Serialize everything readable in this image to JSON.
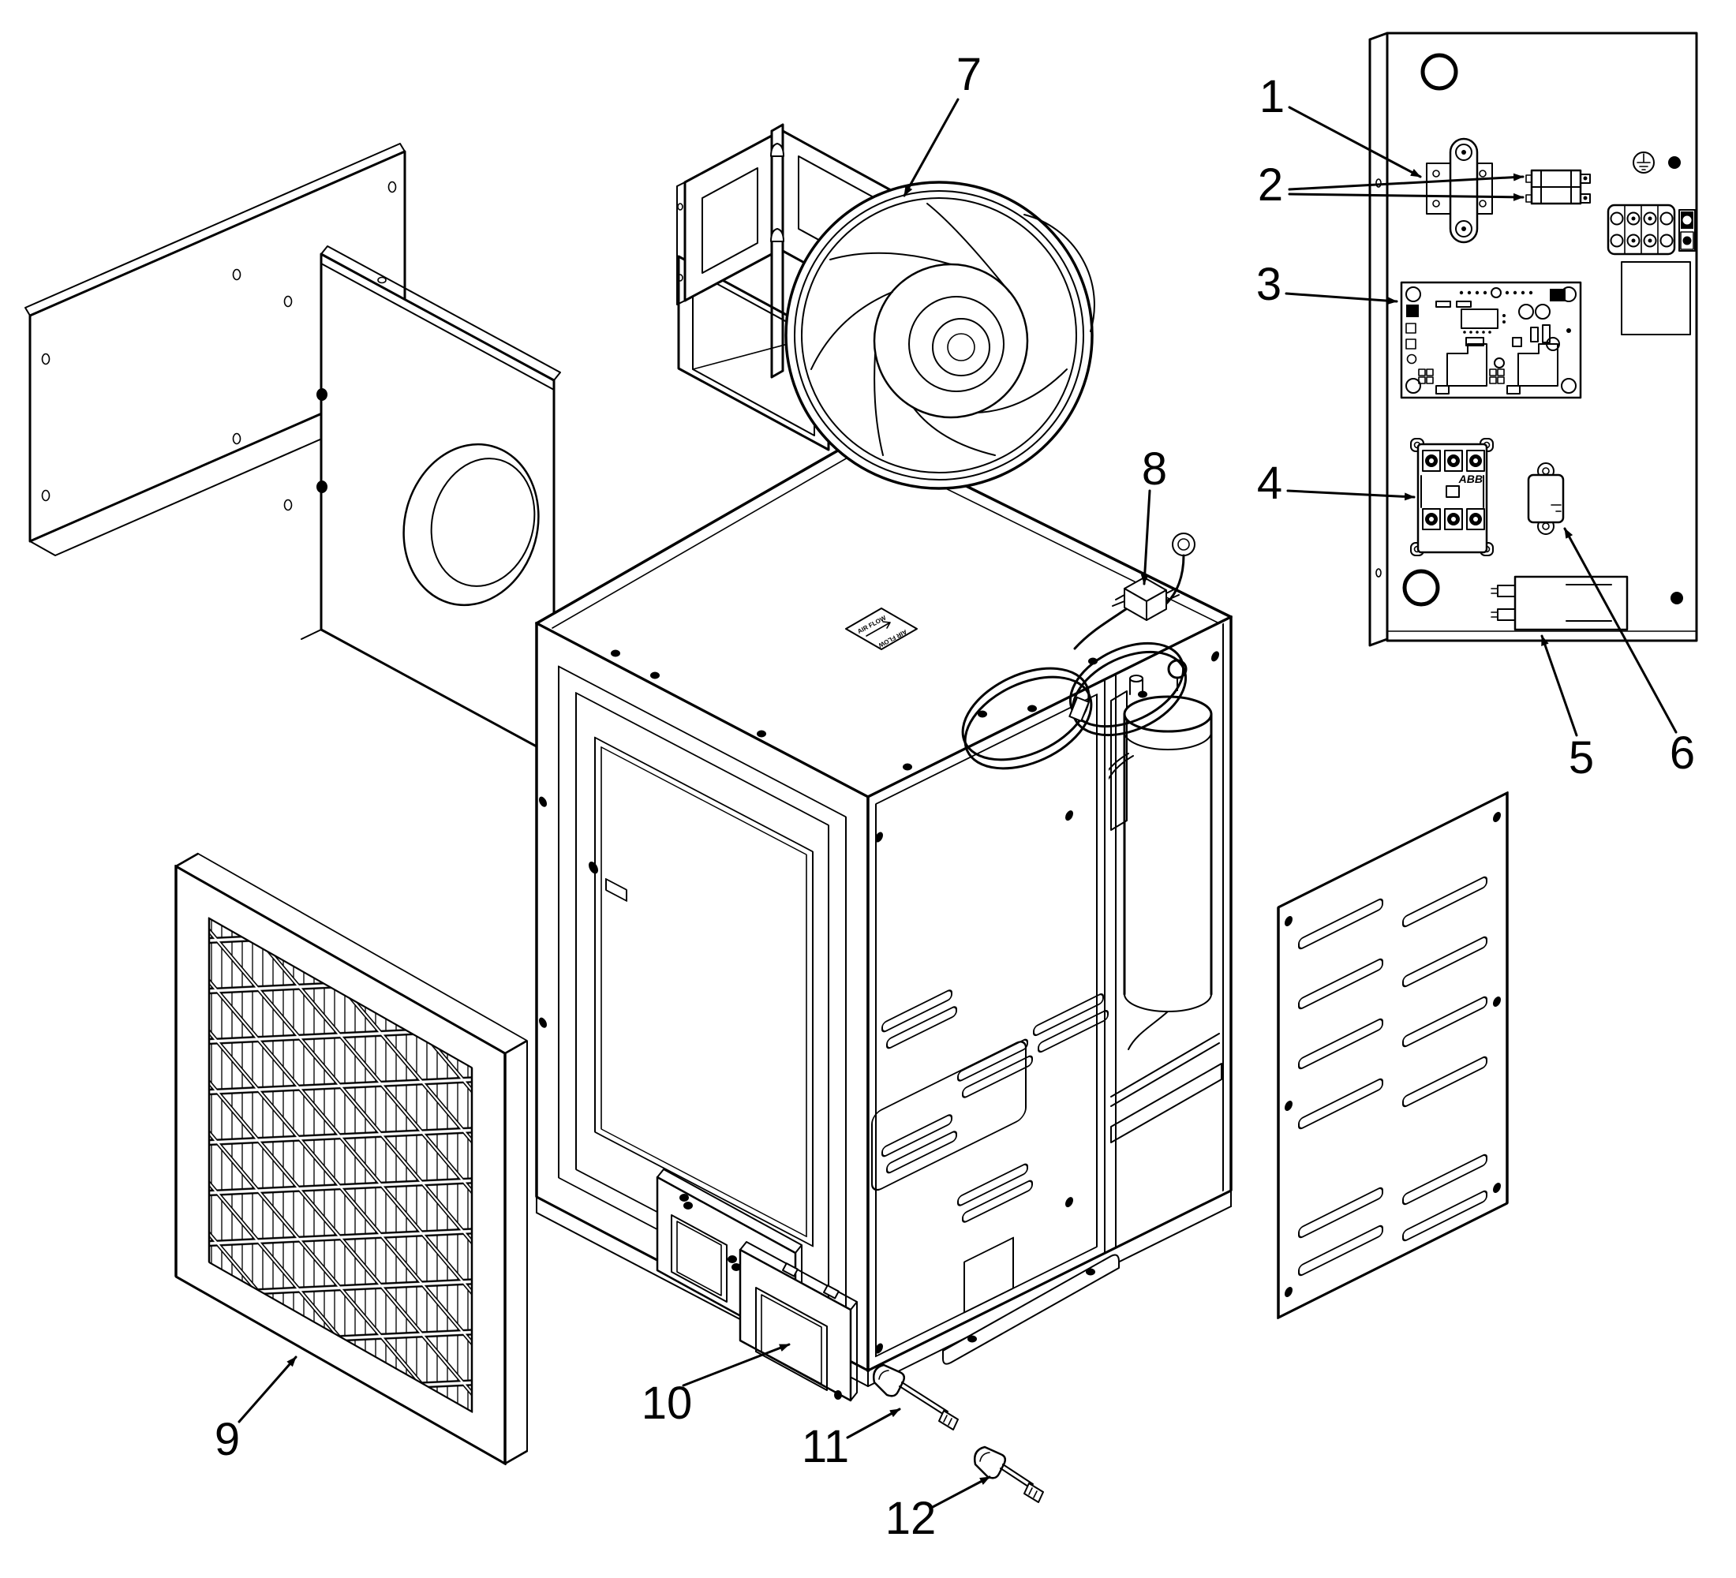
{
  "figure": {
    "type": "exploded-parts-diagram",
    "subject": "dehumidifier-unit",
    "background_color": "#ffffff",
    "line_color": "#000000"
  },
  "labels": {
    "air_flow": "AIR FLOW",
    "brand_abb": "ABB"
  },
  "callouts": [
    {
      "number": "1",
      "part": "transformer"
    },
    {
      "number": "2",
      "part": "fuse-pair"
    },
    {
      "number": "3",
      "part": "circuit-board"
    },
    {
      "number": "4",
      "part": "contactor"
    },
    {
      "number": "5",
      "part": "capacitor"
    },
    {
      "number": "6",
      "part": "relay"
    },
    {
      "number": "7",
      "part": "blower-assembly"
    },
    {
      "number": "8",
      "part": "power-cord"
    },
    {
      "number": "9",
      "part": "air-filter"
    },
    {
      "number": "10",
      "part": "display-module"
    },
    {
      "number": "11",
      "part": "sensor-probe"
    },
    {
      "number": "12",
      "part": "sensor-probe"
    }
  ]
}
